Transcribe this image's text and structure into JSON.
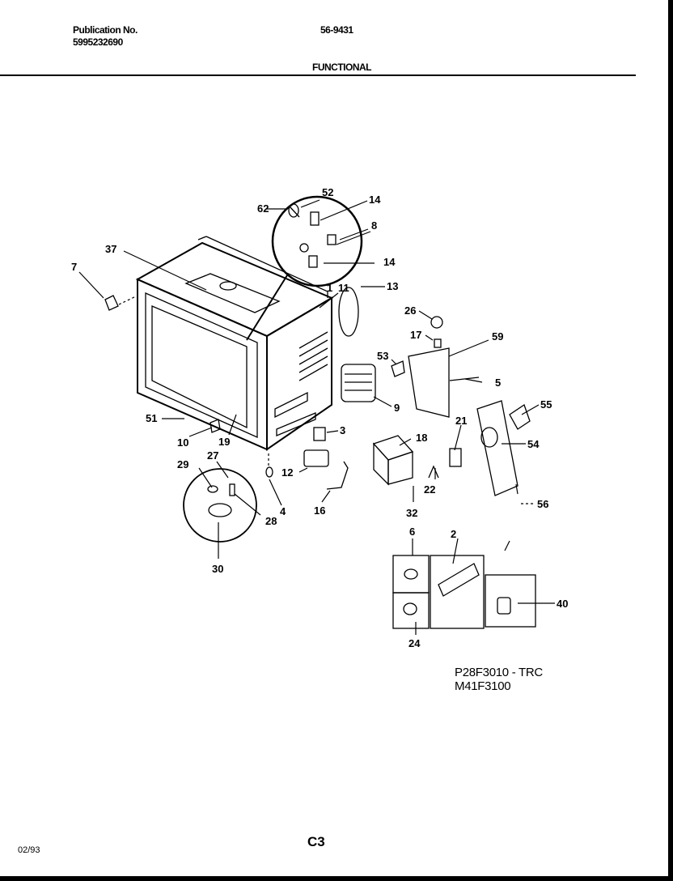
{
  "header": {
    "publication_label": "Publication No.",
    "publication_number": "5995232690",
    "model_group": "56-9431",
    "section": "FUNCTIONAL"
  },
  "callouts": [
    "62",
    "52",
    "14",
    "8",
    "14",
    "37",
    "7",
    "1",
    "11",
    "13",
    "26",
    "17",
    "59",
    "53",
    "5",
    "9",
    "55",
    "51",
    "10",
    "19",
    "3",
    "21",
    "54",
    "18",
    "12",
    "4",
    "22",
    "56",
    "29",
    "27",
    "28",
    "16",
    "32",
    "30",
    "6",
    "2",
    "40",
    "24"
  ],
  "model_numbers": [
    "P28F3010 - TRC",
    "M41F3100"
  ],
  "page_code": "C3",
  "date_code": "02/93"
}
